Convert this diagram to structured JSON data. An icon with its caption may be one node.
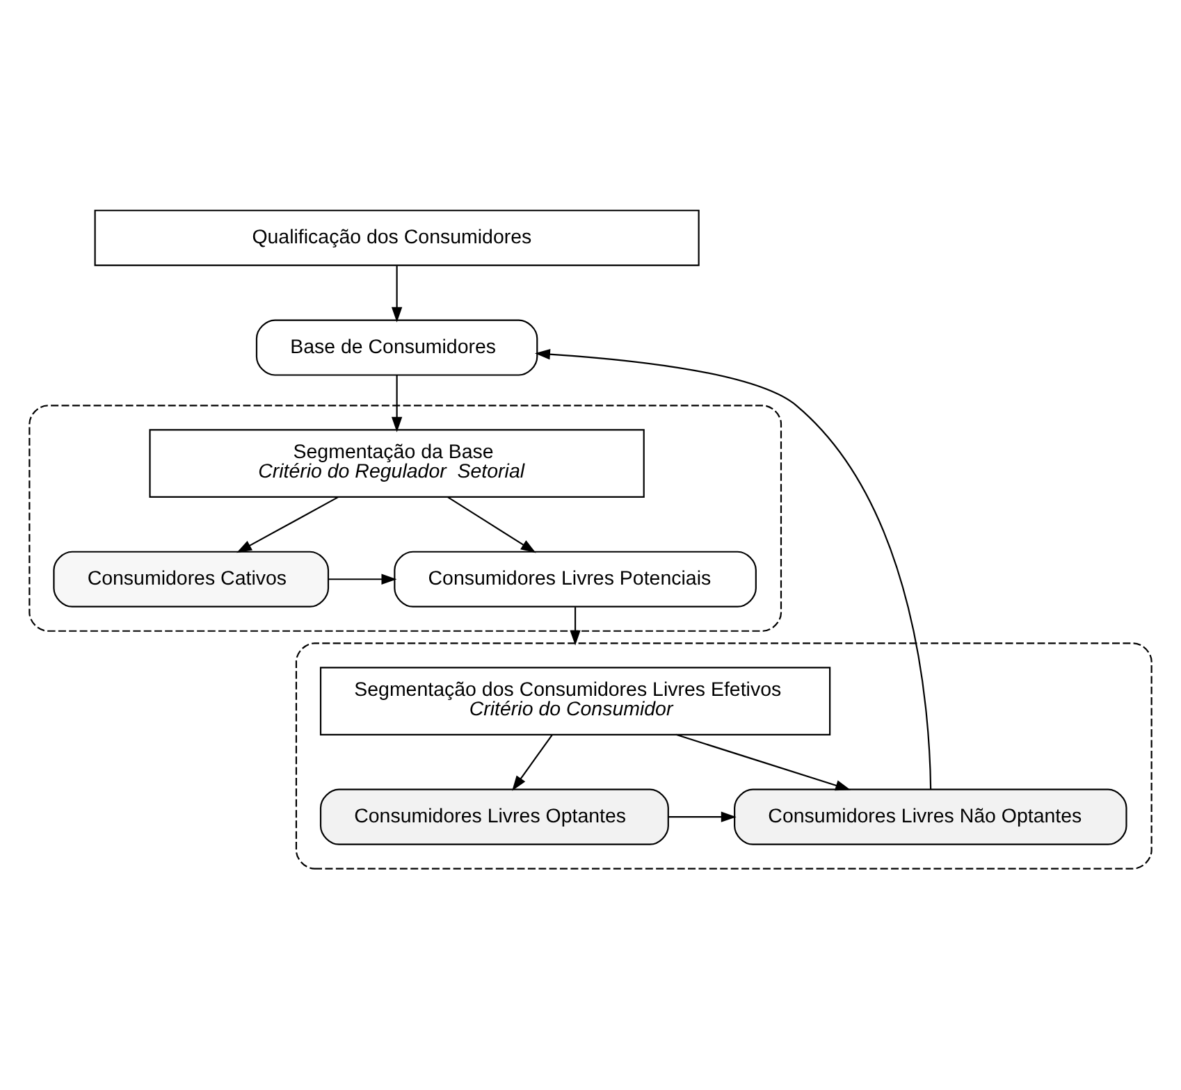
{
  "diagram": {
    "nodes": [
      {
        "text": [
          "Qualificação dos Consumidores"
        ]
      },
      {
        "text": [
          "Base de Consumidores"
        ]
      },
      {
        "text": [],
        "shape": "box"
      },
      {
        "text": [
          "Segmentação da Base",
          "Critério do Regulador  Setorial"
        ],
        "in": 2
      },
      {
        "text": [
          "Consumidores Cativos"
        ],
        "in": 2
      },
      {
        "text": [
          "Consumidores Livres Potenciais"
        ],
        "in": 2
      },
      {
        "text": [],
        "shape": "box"
      },
      {
        "text": [
          "Segmentação dos Consumidores Livres Efetivos",
          "Critério do Consumidor"
        ],
        "in": 6
      },
      {
        "text": [
          "Consumidores Livres Optantes"
        ],
        "in": 6
      },
      {
        "text": [
          "Consumidores Livres Não Optantes"
        ],
        "in": 6
      }
    ],
    "edges": [
      {
        "from": 0,
        "to": 1,
        "arrow": "to"
      },
      {
        "from": 1,
        "to": 3,
        "arrow": "to"
      },
      {
        "from": 3,
        "to": 4,
        "arrow": "to"
      },
      {
        "from": 3,
        "to": 5,
        "arrow": "to"
      },
      {
        "from": 4,
        "to": 5,
        "arrow": "to"
      },
      {
        "from": 5,
        "to": 6,
        "arrow": "to"
      },
      {
        "from": 7,
        "to": 8,
        "arrow": "to"
      },
      {
        "from": 7,
        "to": 9,
        "arrow": "to"
      },
      {
        "from": 8,
        "to": 9,
        "arrow": "to"
      },
      {
        "from": 9,
        "to": 1,
        "arrow": "to"
      }
    ]
  }
}
